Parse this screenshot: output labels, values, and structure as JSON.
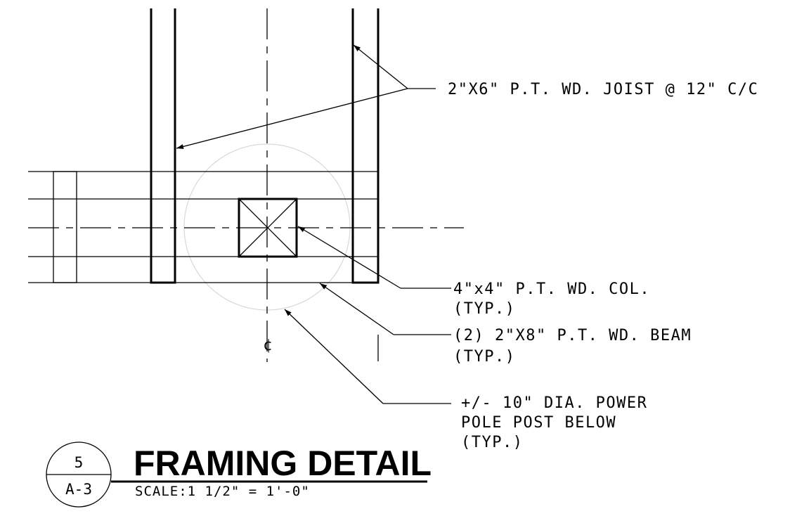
{
  "labels": {
    "joist": "2\"X6\" P.T. WD. JOIST @ 12\" C/C",
    "column_line1": "4\"x4\" P.T. WD. COL.",
    "column_line2": "(TYP.)",
    "beam_line1": "(2) 2\"X8\" P.T. WD. BEAM",
    "beam_line2": "(TYP.)",
    "post_line1": "+/- 10\" DIA. POWER",
    "post_line2": "POLE POST BELOW",
    "post_line3": "(TYP.)",
    "centerline_symbol": "¢"
  },
  "title": {
    "text": "FRAMING DETAIL",
    "scale": "SCALE:1 1/2\" = 1'-0\"",
    "detail_number": "5",
    "sheet_number": "A-3"
  }
}
